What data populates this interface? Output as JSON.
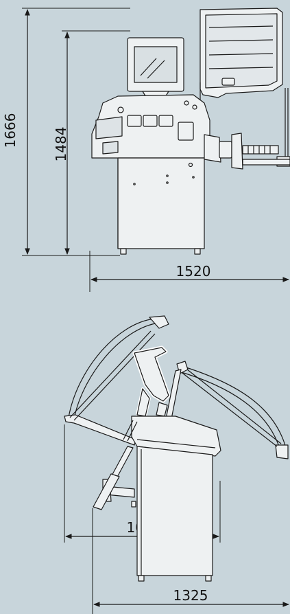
{
  "background_color": "#c8d5db",
  "line_color": "#1a1a1a",
  "machine_fill": "#eef1f2",
  "top_view": {
    "dimensions": {
      "overall_height": "1666",
      "body_height": "1484",
      "overall_width": "1520"
    }
  },
  "side_view": {
    "dimensions": {
      "depth": "1069",
      "overall_depth": "1325"
    }
  }
}
